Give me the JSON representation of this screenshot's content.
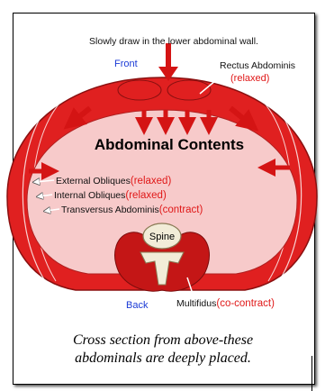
{
  "diagram": {
    "instruction": "Slowly draw in the lower abdominal wall.",
    "front_label": "Front",
    "back_label": "Back",
    "rectus_label": "Rectus Abdominis",
    "rectus_state": "(relaxed)",
    "contents_label": "Abdominal Contents",
    "external_label": "External Obliques",
    "external_state": "(relaxed)",
    "internal_label": "Internal Obliques",
    "internal_state": "(relaxed)",
    "transversus_label": "Transversus Abdominis",
    "transversus_state": "(contract)",
    "spine_label": "Spine",
    "multifidus_label": "Multifidus",
    "multifidus_state": "(co-contract)",
    "colors": {
      "muscle": "#e02020",
      "muscle_dark": "#a80d0d",
      "cavity": "#f7caca",
      "state_text": "#e01818",
      "front_back_text": "#1a3ad6",
      "bone": "#f2ecd8"
    }
  },
  "caption": {
    "line1": "Cross section from above-these",
    "line2": "abdominals are deeply placed."
  }
}
